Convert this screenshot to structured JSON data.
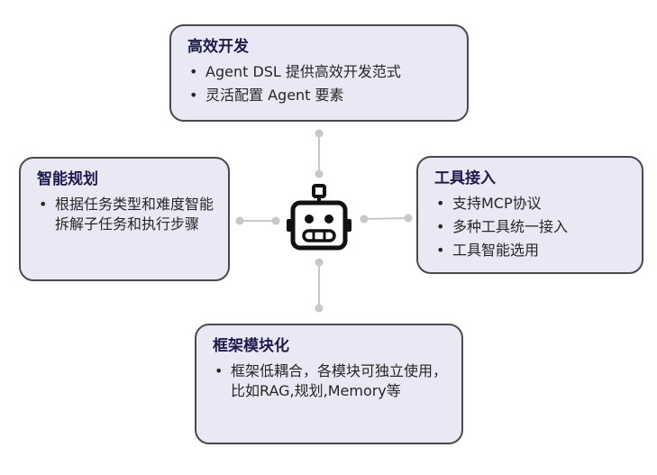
{
  "boxes": {
    "top": {
      "title": "高效开发",
      "items": [
        "Agent DSL 提供高效开发范式",
        "灵活配置 Agent 要素"
      ]
    },
    "left": {
      "title": "智能规划",
      "items": [
        "根据任务类型和难度智能拆解子任务和执行步骤"
      ]
    },
    "right": {
      "title": "工具接入",
      "items": [
        "支持MCP协议",
        "多种工具统一接入",
        "工具智能选用"
      ]
    },
    "bottom": {
      "title": "框架模块化",
      "items": [
        "框架低耦合，各模块可独立使用，比如RAG,规划,Memory等"
      ]
    }
  },
  "bullet_char": "•",
  "colors": {
    "box_fill": "#e9e9f6",
    "box_border": "#4a4a4a",
    "title": "#1f1a4e",
    "connector": "#c8c8c8",
    "icon": "#111111"
  },
  "center_icon": "robot-icon"
}
